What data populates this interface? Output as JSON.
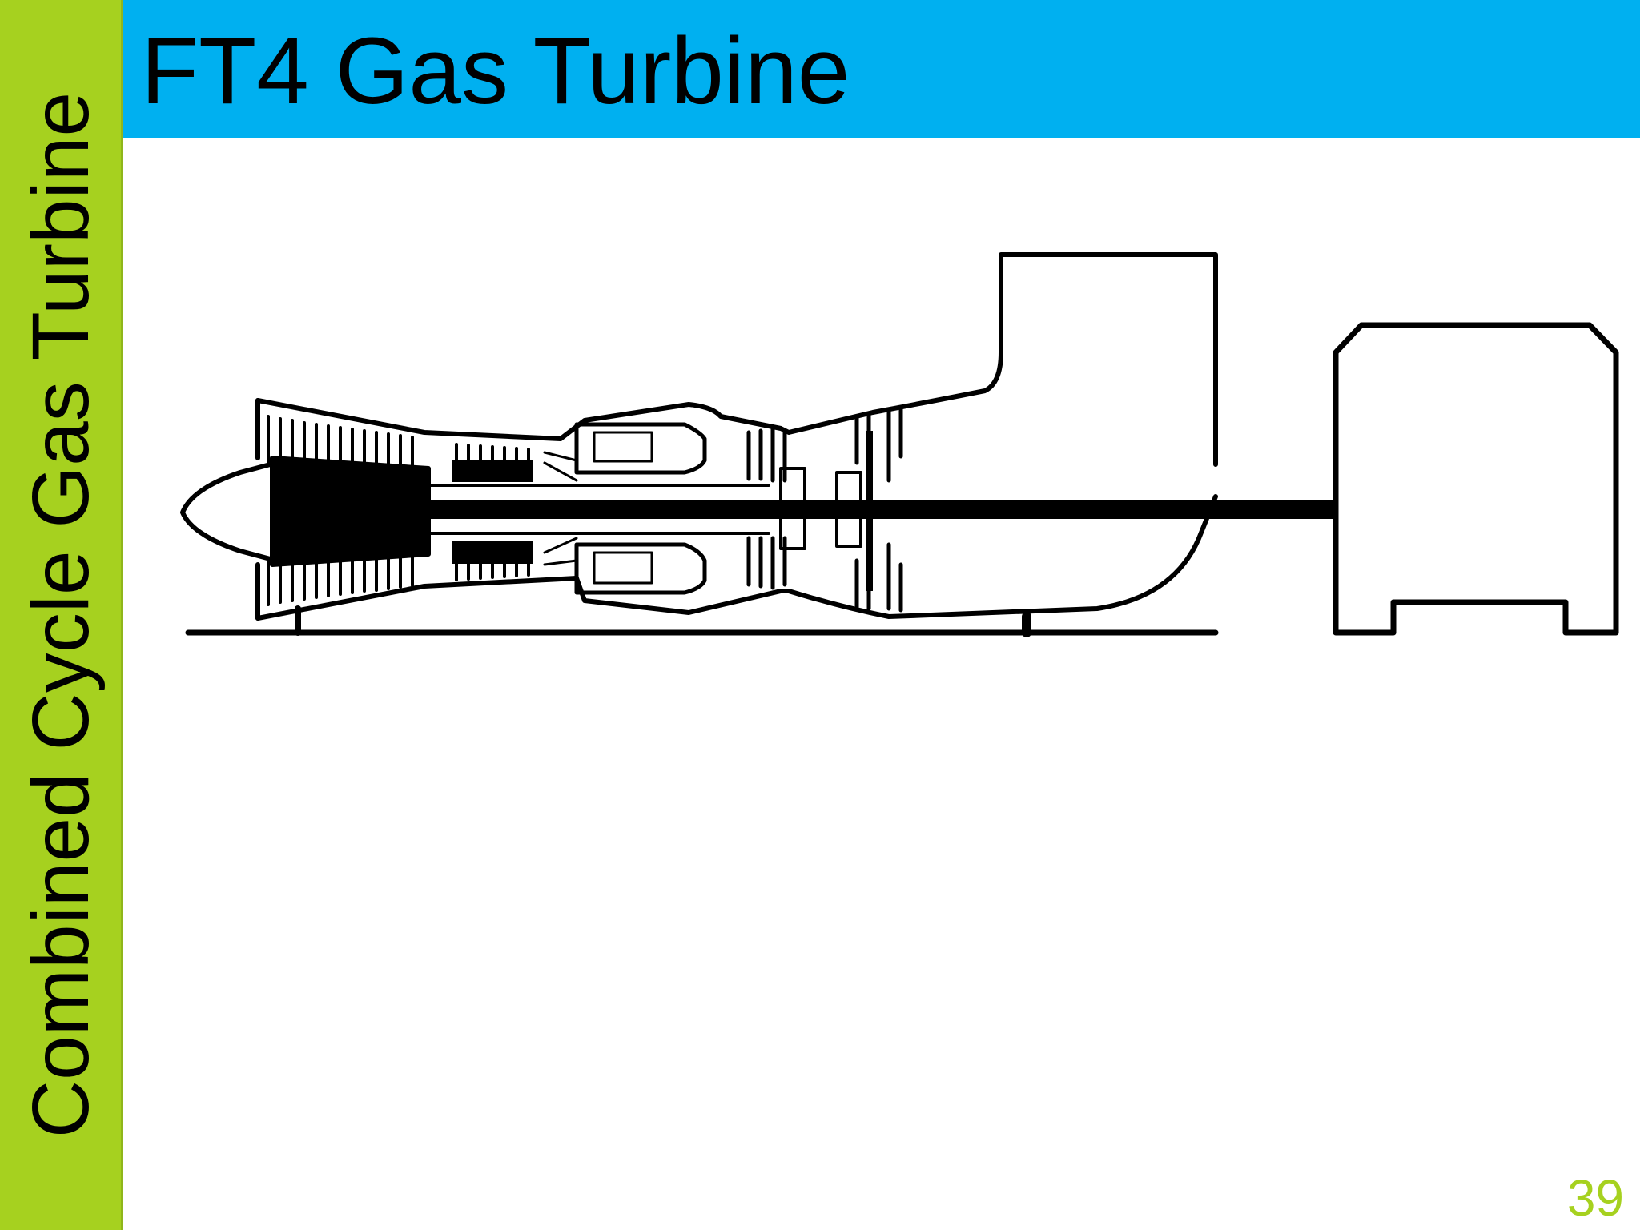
{
  "slide": {
    "side_title": "Combined Cycle Gas Turbine",
    "title": "FT4 Gas Turbine",
    "page_number": "39"
  },
  "colors": {
    "side_bar": "#a6d11f",
    "title_bar": "#00b0f0",
    "page_number": "#a6d11f",
    "diagram_stroke": "#000000"
  },
  "diagram": {
    "description_icon": "gas-turbine-cross-section-drawing"
  }
}
